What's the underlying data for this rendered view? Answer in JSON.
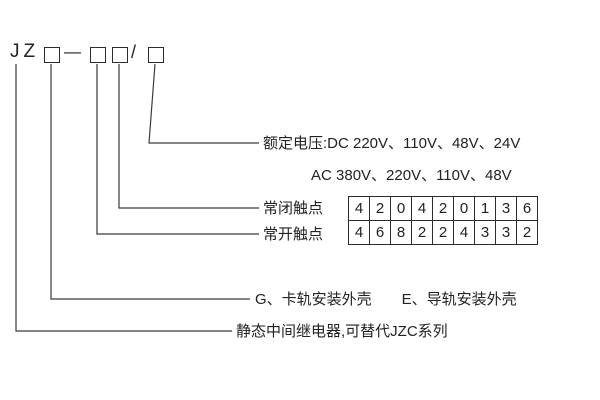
{
  "model": {
    "prefix": "JZ",
    "dash": "—",
    "slash": "/"
  },
  "labels": {
    "rated_voltage_line1": "额定电压:DC 220V、110V、48V、24V",
    "rated_voltage_line2": "AC 380V、220V、110V、48V",
    "nc_contact": "常闭触点",
    "no_contact": "常开触点",
    "housing_g": "G、卡轨安装外壳",
    "housing_e": "E、导轨安装外壳",
    "series_desc": "静态中间继电器,可替代JZC系列"
  },
  "contact_table": {
    "rows": [
      [
        "4",
        "2",
        "0",
        "4",
        "2",
        "0",
        "1",
        "3",
        "6"
      ],
      [
        "4",
        "6",
        "8",
        "2",
        "2",
        "4",
        "3",
        "3",
        "2"
      ]
    ]
  },
  "colors": {
    "line": "#3a3a3a",
    "text": "#222222",
    "background": "#ffffff"
  }
}
